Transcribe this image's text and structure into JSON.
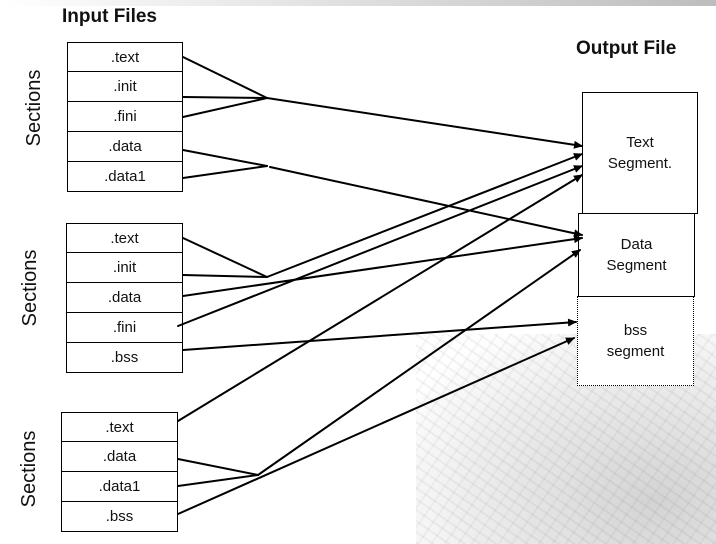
{
  "input_heading": "Input Files",
  "output_heading": "Output File",
  "groups": [
    {
      "side_label": "Sections",
      "sections": [
        ".text",
        ".init",
        ".fini",
        ".data",
        ".data1"
      ]
    },
    {
      "side_label": "Sections",
      "sections": [
        ".text",
        ".init",
        ".data",
        ".fini",
        ".bss"
      ]
    },
    {
      "side_label": "Sections",
      "sections": [
        ".text",
        ".data",
        ".data1",
        ".bss"
      ]
    }
  ],
  "output_segments": [
    {
      "line1": "Text",
      "line2": "Segment."
    },
    {
      "line1": "Data",
      "line2": "Segment"
    },
    {
      "line1": "bss",
      "line2": "segment"
    }
  ]
}
